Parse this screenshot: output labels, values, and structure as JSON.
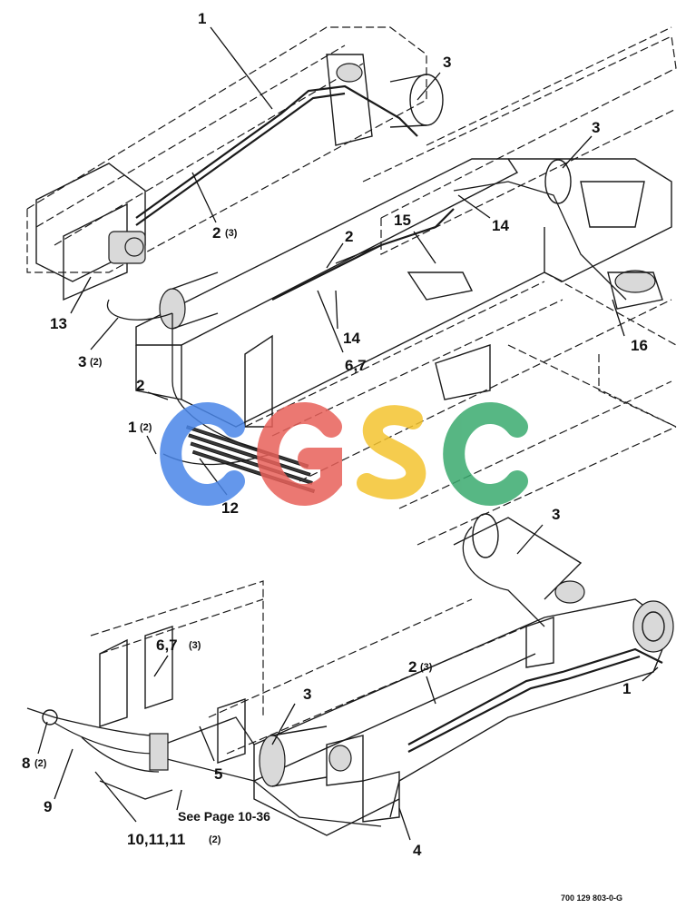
{
  "callouts": {
    "c1_top": "1",
    "c3_top": "3",
    "c3_right": "3",
    "c2_3_top_num": "2",
    "c2_3_top_qty": "(3)",
    "c15": "15",
    "c14_upper": "14",
    "c2_mid": "2",
    "c13": "13",
    "c3_2_num": "3",
    "c3_2_qty": "(2)",
    "c14_lower": "14",
    "c16": "16",
    "c67": "6,7",
    "c2_left": "2",
    "c1_2_num": "1",
    "c1_2_qty": "(2)",
    "c12": "12",
    "c3_lower": "3",
    "c67_3_num": "6,7",
    "c67_3_qty": "(3)",
    "c2_3_lower_num": "2",
    "c2_3_lower_qty": "(3)",
    "c1_lower": "1",
    "c3_bottom": "3",
    "c8_2_num": "8",
    "c8_2_qty": "(2)",
    "c9": "9",
    "c5": "5",
    "c10_11_num": "10,11,11",
    "c10_11_qty": "(2)",
    "c4": "4"
  },
  "notes": {
    "see_page": "See Page 10-36"
  },
  "part_number": "700 129 803-0-G",
  "watermark": {
    "text": "CGSC",
    "letters": [
      "C",
      "G",
      "S",
      "C"
    ],
    "colors": [
      "#4a86e8",
      "#e8615a",
      "#f4c430",
      "#3aaa6e"
    ]
  },
  "colors": {
    "line": "#1a1a1a",
    "background": "#ffffff"
  }
}
